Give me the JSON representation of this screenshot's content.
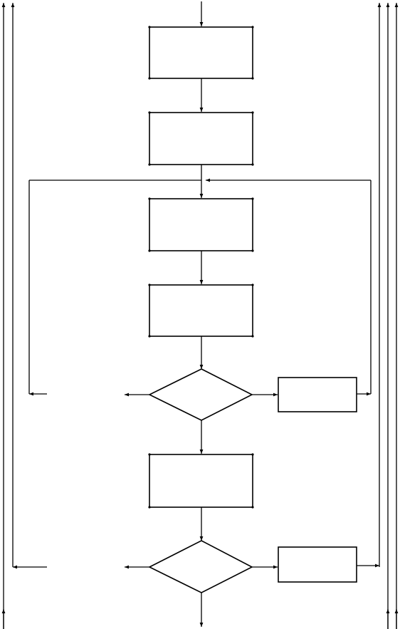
{
  "diagram": {
    "type": "flowchart",
    "process_boxes": [
      {
        "id": "step-1",
        "label": ""
      },
      {
        "id": "step-2",
        "label": ""
      },
      {
        "id": "step-3",
        "label": ""
      },
      {
        "id": "step-4",
        "label": ""
      },
      {
        "id": "step-5",
        "label": ""
      },
      {
        "id": "side-box-1",
        "label": ""
      },
      {
        "id": "side-box-2",
        "label": ""
      }
    ],
    "decisions": [
      {
        "id": "decision-1",
        "label": ""
      },
      {
        "id": "decision-2",
        "label": ""
      }
    ],
    "colors": {
      "line": "#000000",
      "background": "#ffffff"
    }
  }
}
